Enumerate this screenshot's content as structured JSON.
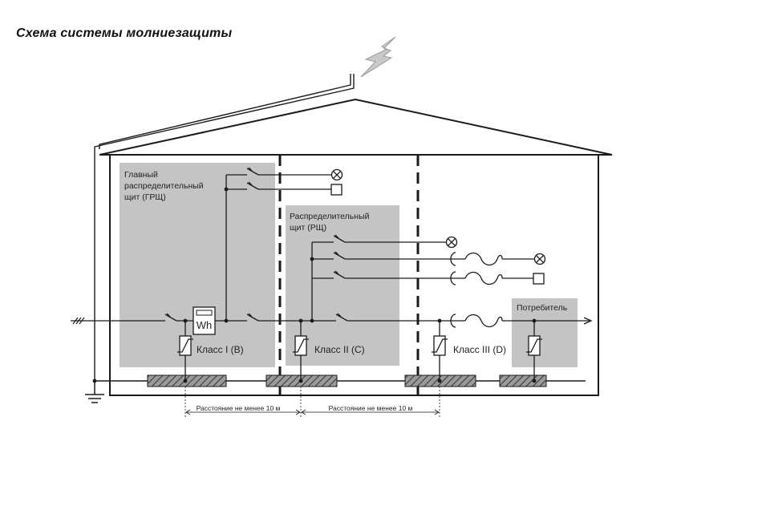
{
  "title": "Схема системы молниезащиты",
  "panels": {
    "main": {
      "line1": "Главный",
      "line2": "распределительный",
      "line3": "щит (ГРЩ)"
    },
    "distribution": {
      "line1": "Распределительный",
      "line2": "щит (РЩ)"
    },
    "consumer": {
      "label": "Потребитель"
    }
  },
  "meter_label": "Wh",
  "classes": {
    "class1": "Класс I (B)",
    "class2": "Класс II (C)",
    "class3": "Класс III (D)"
  },
  "distances": {
    "d1": "Расстояние не менее 10 м",
    "d2": "Расстояние не менее 10 м"
  },
  "colors": {
    "panel_fill": "#c4c4c4",
    "line": "#1a1a1a",
    "ground_bar": "#8a8a8a"
  },
  "icons": [
    "lightning-icon",
    "ground-icon",
    "lamp-icon",
    "socket-icon",
    "surge-arrester-icon",
    "inductor-icon",
    "switch-icon"
  ]
}
